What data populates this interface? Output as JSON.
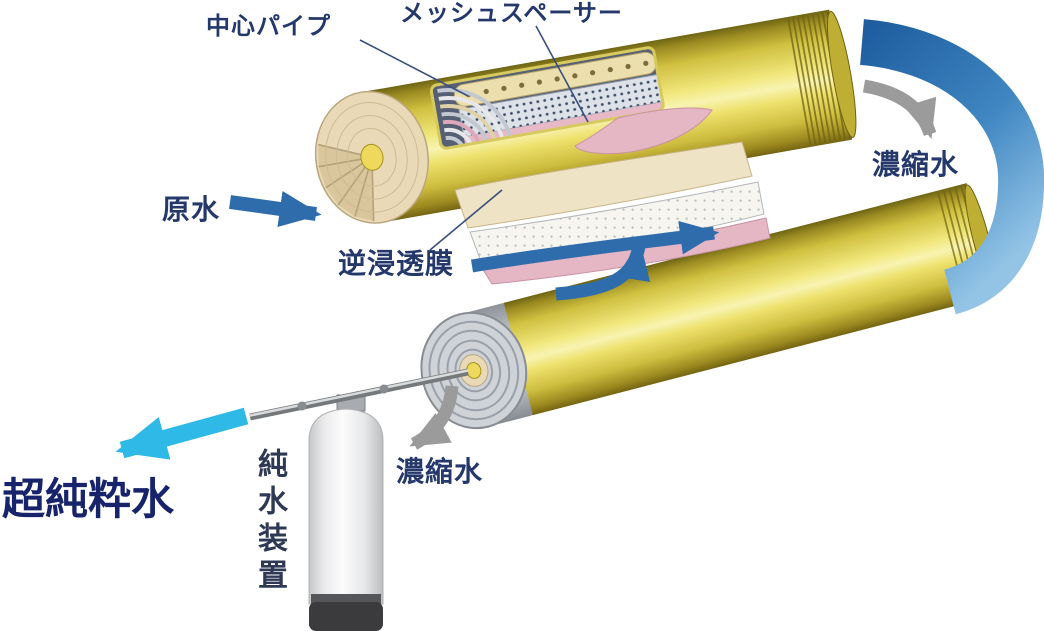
{
  "labels": {
    "center_pipe": "中心パイプ",
    "mesh_spacer": "メッシュスペーサー",
    "raw_water": "原水",
    "ro_membrane": "逆浸透膜",
    "concentrate_top": "濃縮水",
    "concentrate_bottom": "濃縮水",
    "ultrapure_water": "超純粋水",
    "pure_water_unit": "純水装置"
  },
  "colors": {
    "vessel_yellow": "#e8da52",
    "vessel_yellow_dark": "#6e6212",
    "label_navy": "#24386b",
    "ultrapure_navy": "#17246b",
    "flow_blue": "#2e6cab",
    "interstage_arc_blue": "#3f86c2",
    "cyan_arrow": "#2fb9e6",
    "gray_arrow": "#9b9b9b",
    "membrane_pink": "#e5b6c4",
    "sheet_cream": "#efe3c6",
    "mesh_dot_navy": "#3c4c68",
    "tank_white": "#fcfcfc",
    "tank_cap_dark": "#3b3b3d"
  }
}
